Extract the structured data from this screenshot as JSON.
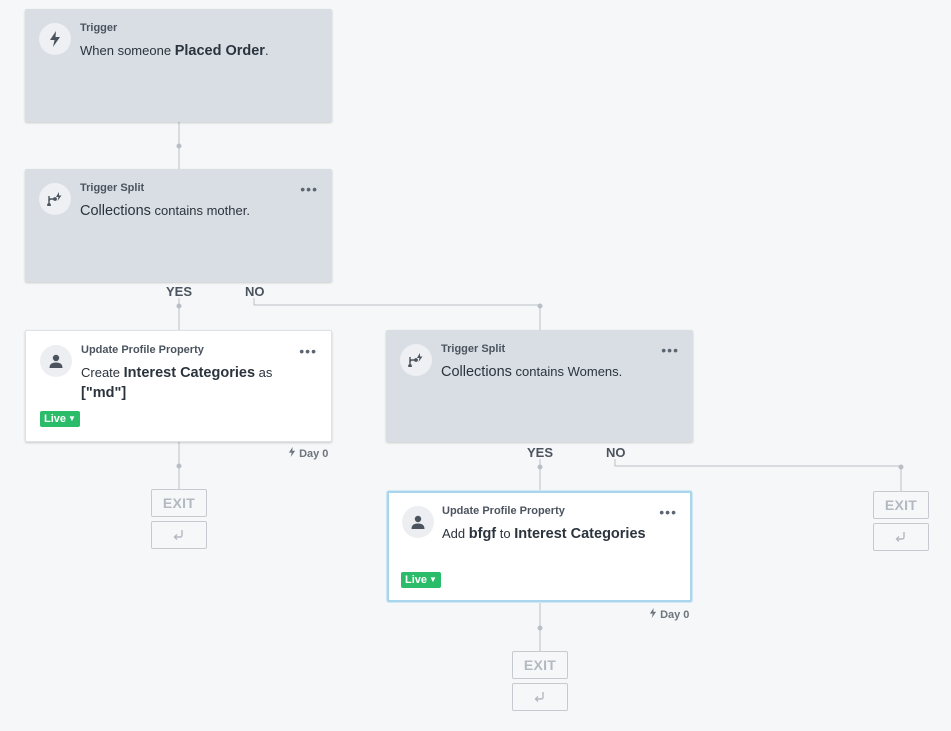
{
  "trigger": {
    "type": "Trigger",
    "desc_prefix": "When someone",
    "desc_metric": "Placed Order",
    "desc_suffix": "."
  },
  "split1": {
    "type": "Trigger Split",
    "property": "Collections",
    "op": "contains",
    "value": "mother.",
    "yes_label": "YES",
    "no_label": "NO",
    "menu": "•••"
  },
  "update1": {
    "type": "Update Profile Property",
    "action": "Create",
    "property": "Interest Categories",
    "as_word": "as",
    "value": "[\"md\"]",
    "status": "Live",
    "delay": "Day 0",
    "menu": "•••"
  },
  "split2": {
    "type": "Trigger Split",
    "property": "Collections",
    "op": "contains",
    "value": "Womens.",
    "yes_label": "YES",
    "no_label": "NO",
    "menu": "•••"
  },
  "update2": {
    "type": "Update Profile Property",
    "action": "Add",
    "value": "bfgf",
    "to_word": "to",
    "property": "Interest Categories",
    "status": "Live",
    "delay": "Day 0",
    "menu": "•••"
  },
  "exit_label": "EXIT",
  "icons": {
    "trigger": "lightning-icon",
    "split": "split-icon",
    "profile": "person-icon",
    "exit_alt": "branch-return-icon",
    "delay": "lightning-icon"
  },
  "colors": {
    "grey_card": "#d9dee5",
    "white_card": "#ffffff",
    "live_badge": "#2bbc6a",
    "selected_border": "#a9d6ec",
    "connector": "#b9bfc6"
  }
}
